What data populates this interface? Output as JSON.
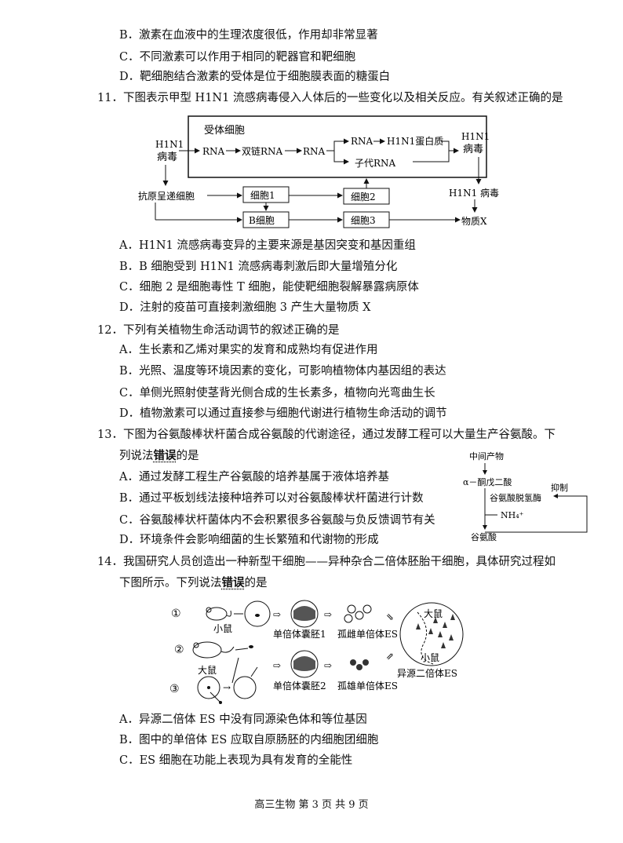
{
  "q10": {
    "optB": "B．激素在血液中的生理浓度很低，作用却非常显著",
    "optC": "C．不同激素可以作用于相同的靶器官和靶细胞",
    "optD": "D．靶细胞结合激素的受体是位于细胞膜表面的糖蛋白"
  },
  "q11": {
    "stem": "11．下图表示甲型 H1N1 流感病毒侵入人体后的一些变化以及相关反应。有关叙述正确的是",
    "diagram": {
      "receptor_cell": "受体细胞",
      "virus_left_1": "H1N1",
      "virus_left_2": "病毒",
      "rna1": "RNA",
      "ds_rna": "双链RNA",
      "rna2": "RNA",
      "rna3": "RNA",
      "protein": "H1N1蛋白质",
      "child_rna": "子代RNA",
      "virus_right_1": "H1N1",
      "virus_right_2": "病毒",
      "apc": "抗原呈递细胞",
      "cell1": "细胞1",
      "cell2": "细胞2",
      "bcell": "B细胞",
      "cell3": "细胞3",
      "virus_out": "H1N1 病毒",
      "substance_x": "物质X"
    },
    "optA": "A．H1N1 流感病毒变异的主要来源是基因突变和基因重组",
    "optB": "B．B 细胞受到 H1N1 流感病毒刺激后即大量增殖分化",
    "optC": "C．细胞 2 是细胞毒性 T 细胞，能使靶细胞裂解暴露病原体",
    "optD": "D．注射的疫苗可直接刺激细胞 3  产生大量物质 X"
  },
  "q12": {
    "stem": "12．下列有关植物生命活动调节的叙述正确的是",
    "optA": "A．生长素和乙烯对果实的发育和成熟均有促进作用",
    "optB": "B．光照、温度等环境因素的变化，可影响植物体内基因组的表达",
    "optC": "C．单侧光照射使茎背光侧合成的生长素多，植物向光弯曲生长",
    "optD": "D．植物激素可以通过直接参与细胞代谢进行植物生命活动的调节"
  },
  "q13": {
    "stem1": "13．下图为谷氨酸棒状杆菌合成谷氨酸的代谢途径，通过发酵工程可以大量生产谷氨酸。下",
    "stem2_pre": "列说法",
    "stem2_em": "错误",
    "stem2_post": "的是",
    "optA": "A．通过发酵工程生产谷氨酸的培养基属于液体培养基",
    "optB": "B．通过平板划线法接种培养可以对谷氨酸棒状杆菌进行计数",
    "optC": "C．谷氨酸棒状杆菌体内不会积累很多谷氨酸与负反馈调节有关",
    "optD": "D．环境条件会影响细菌的生长繁殖和代谢物的形成",
    "diagram": {
      "intermediate": "中间产物",
      "ketoglutarate": "α－酮戊二酸",
      "enzyme": "谷氨酸脱氢酶",
      "inhibit": "抑制",
      "nh4": "NH₄⁺",
      "glutamate": "谷氨酸"
    }
  },
  "q14": {
    "stem1": "14．我国研究人员创造出一种新型干细胞——异种杂合二倍体胚胎干细胞，具体研究过程如",
    "stem2_pre": "下图所示。下列说法",
    "stem2_em": "错误",
    "stem2_post": "的是",
    "diagram": {
      "n1": "①",
      "n2": "②",
      "n3": "③",
      "mouse": "小鼠",
      "rat": "大鼠",
      "blast1": "单倍体囊胚1",
      "es1": "孤雌单倍体ES",
      "blast2": "单倍体囊胚2",
      "es2": "孤雄单倍体ES",
      "hybrid": "异源二倍体ES",
      "big_rat": "大鼠",
      "small_mouse": "小鼠"
    },
    "optA": "A．异源二倍体 ES 中没有同源染色体和等位基因",
    "optB": "B．图中的单倍体 ES 应取自原肠胚的内细胞团细胞",
    "optC": "C．ES 细胞在功能上表现为具有发育的全能性"
  },
  "footer": "高三生物   第 3 页  共 9 页"
}
